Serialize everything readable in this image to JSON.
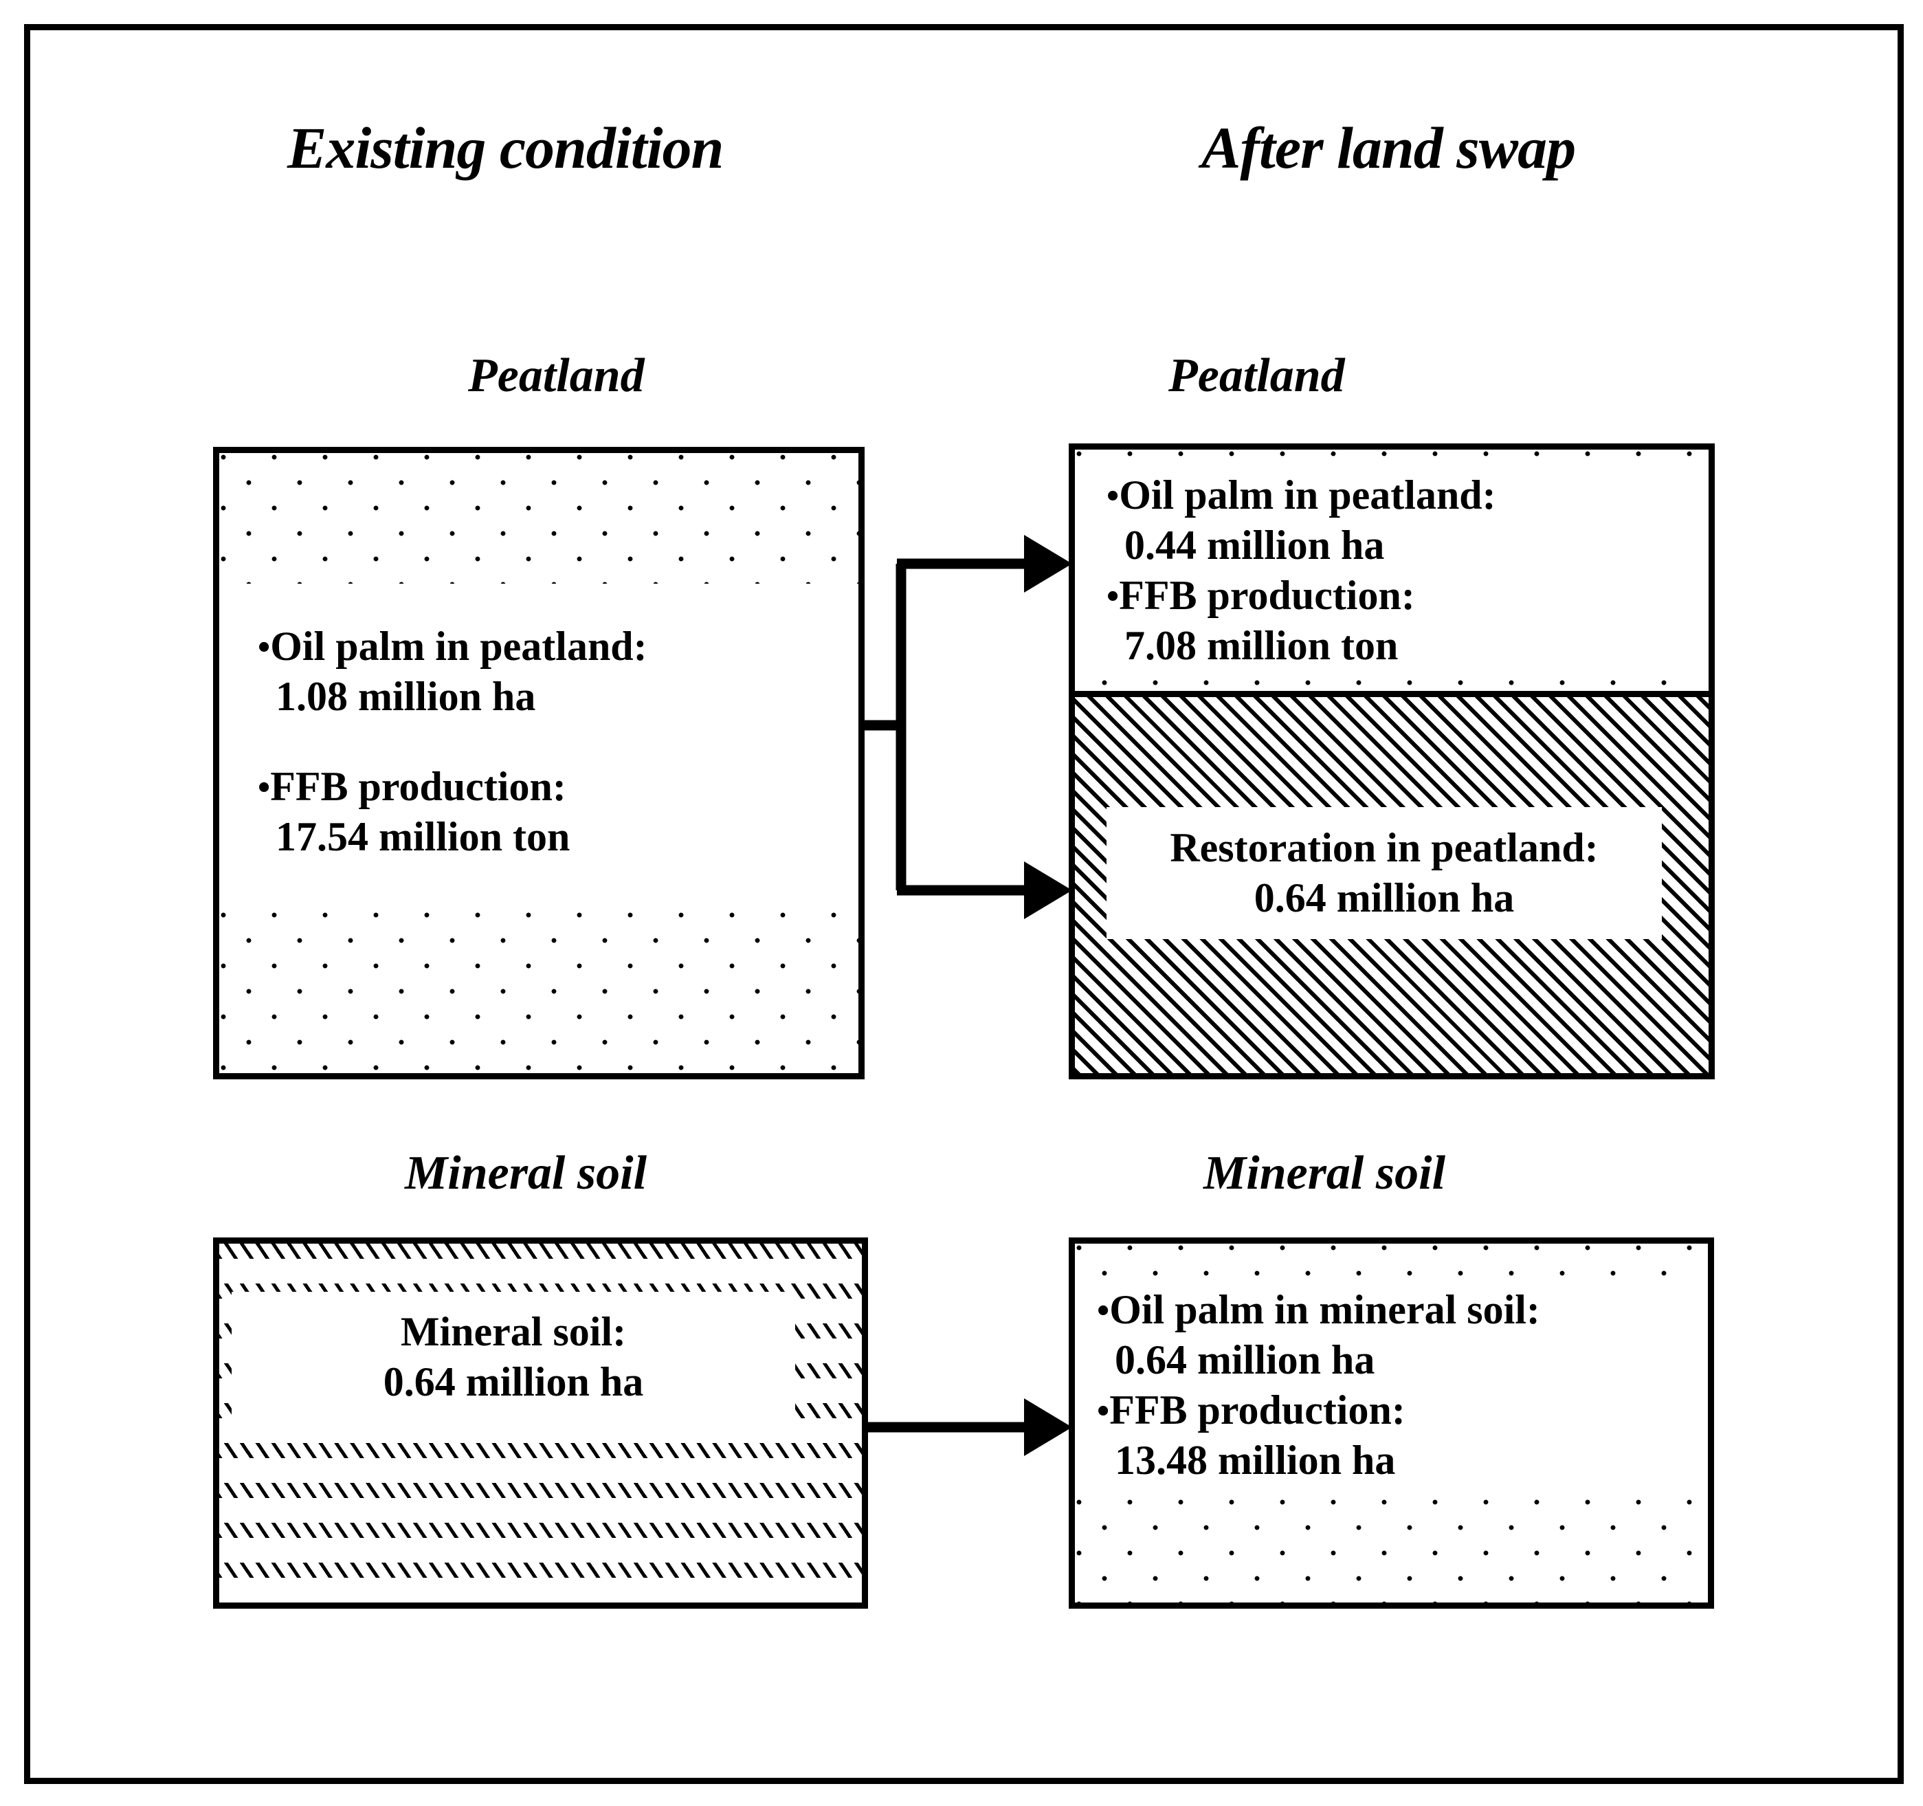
{
  "figure": {
    "columns": [
      {
        "id": "existing",
        "title": "Existing condition"
      },
      {
        "id": "after",
        "title": "After land swap"
      }
    ],
    "section_labels": {
      "peatland_left": "Peatland",
      "peatland_right": "Peatland",
      "mineral_left": "Mineral soil",
      "mineral_right": "Mineral soil"
    },
    "boxes": {
      "existing_peatland": {
        "name": "Peatland",
        "pattern": "dotted",
        "items": [
          {
            "bullet": "•",
            "label": "Oil palm in peatland:",
            "value": "1.08  million ha"
          },
          {
            "bullet": "•",
            "label": "FFB production:",
            "value": "17.54 million ton"
          }
        ]
      },
      "after_peatland_oilpalm": {
        "name": "Peatland - oil palm",
        "pattern": "dotted",
        "items": [
          {
            "bullet": "•",
            "label": "Oil palm in peatland:",
            "value": "0.44 million ha"
          },
          {
            "bullet": "•",
            "label": "FFB production:",
            "value": "7.08 million ton"
          }
        ]
      },
      "after_peatland_restoration": {
        "name": "Peatland - restoration",
        "pattern": "dense-hatch",
        "lines": [
          "Restoration in peatland:",
          "0.64 million ha"
        ]
      },
      "existing_mineral": {
        "name": "Mineral soil",
        "pattern": "sparse-hatch",
        "lines": [
          "Mineral soil:",
          "0.64 million ha"
        ]
      },
      "after_mineral": {
        "name": "Mineral soil",
        "pattern": "dotted",
        "items": [
          {
            "bullet": "•",
            "label": "Oil palm in mineral soil:",
            "value": "0.64 million ha"
          },
          {
            "bullet": "•",
            "label": "FFB production:",
            "value": "13.48 million ha"
          }
        ]
      }
    },
    "arrows": [
      {
        "id": "peatland-to-oilpalm",
        "from": "existing_peatland",
        "to": "after_peatland_oilpalm"
      },
      {
        "id": "peatland-to-restoration",
        "from": "existing_peatland",
        "to": "after_peatland_restoration"
      },
      {
        "id": "mineral-to-mineral",
        "from": "existing_mineral",
        "to": "after_mineral"
      }
    ],
    "colors": {
      "ink": "#000000",
      "paper": "#ffffff"
    }
  }
}
